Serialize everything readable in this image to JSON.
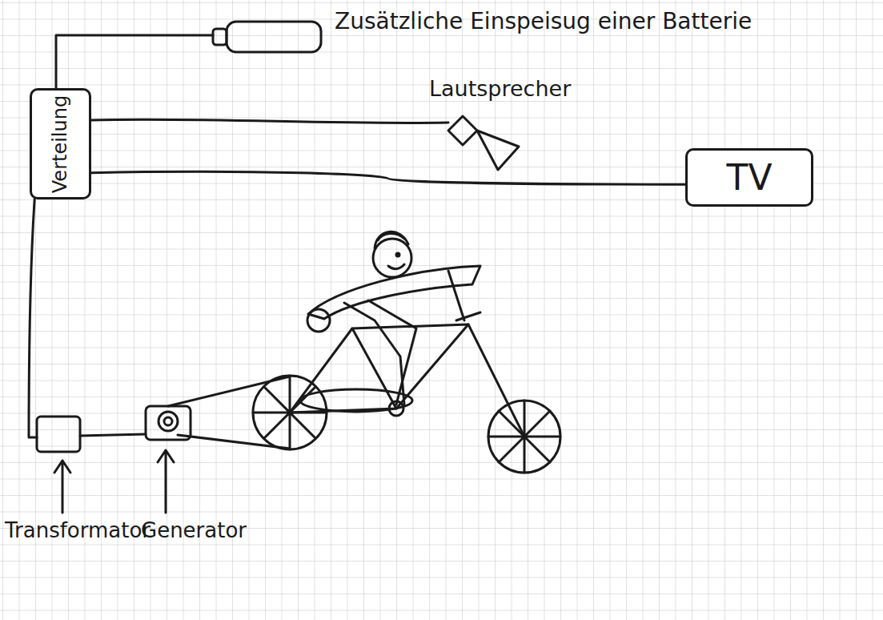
{
  "diagram": {
    "nodes": [
      {
        "text": [
          "Verteilung"
        ]
      },
      {
        "text": [
          "TV"
        ]
      }
    ],
    "edges": [
      {
        "from": 0,
        "to": 1,
        "arrow": "none"
      }
    ],
    "labels": [
      "Zusätzliche Einspeisug einer Batterie",
      "Lautsprecher",
      "Transformator",
      "Generator"
    ]
  }
}
